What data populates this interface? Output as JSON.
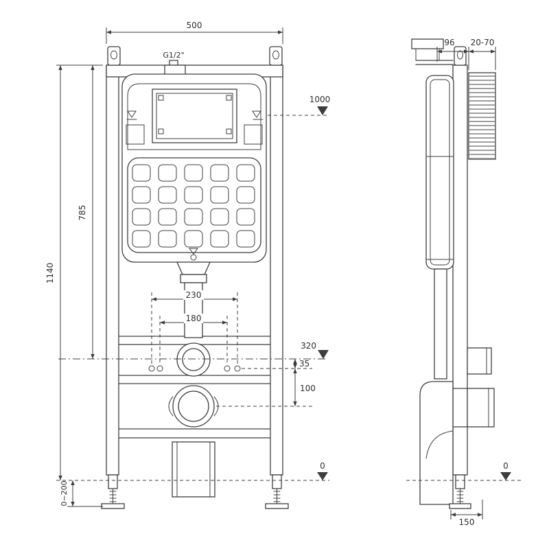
{
  "title": "Concealed cistern wall frame installation drawing",
  "colors": {
    "line": "#3d3d3d",
    "text": "#2e2e2e",
    "background": "#ffffff"
  },
  "front": {
    "dim_width": "500",
    "inlet_label": "G1/2\"",
    "ref_1000": "1000",
    "dim_785": "785",
    "dim_1140": "1140",
    "dim_230": "230",
    "dim_180": "180",
    "ref_320": "320",
    "dim_35": "35",
    "dim_100": "100",
    "floor_zero": "0",
    "foot_range": "0~200"
  },
  "side": {
    "dim_96": "96",
    "dim_wall_gap": "20-70",
    "floor_zero": "0",
    "dim_150": "150"
  }
}
